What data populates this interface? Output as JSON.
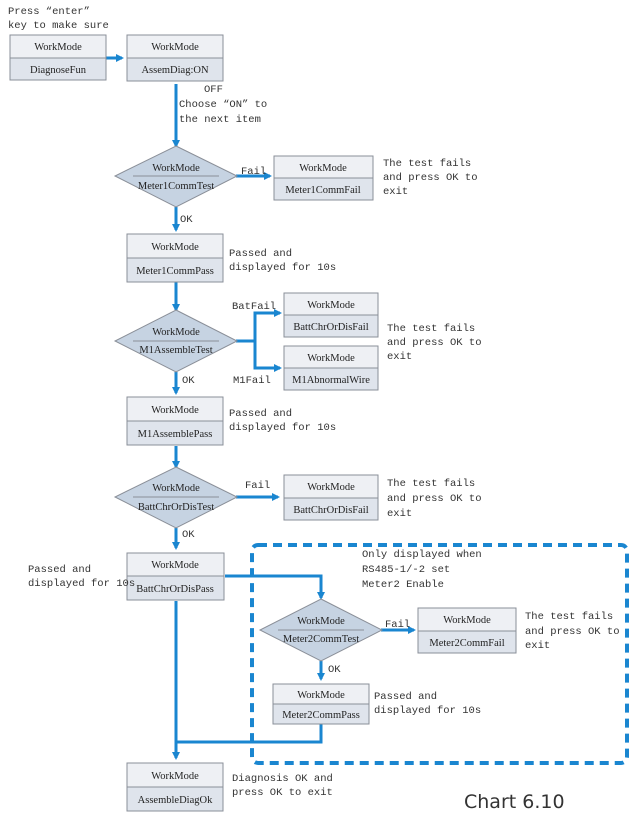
{
  "labels": {
    "press_enter": [
      "Press “enter”",
      "key to make sure"
    ],
    "choose_on": [
      "Choose “ON”  to",
      "the next item"
    ],
    "off": "OFF",
    "fail": "Fail",
    "ok": "OK",
    "batfail": "BatFail",
    "m1fail": "M1Fail",
    "test_fails": [
      "The test fails",
      "and press OK to",
      "exit"
    ],
    "passed": [
      "Passed and",
      "displayed for 10s"
    ],
    "only_displayed": [
      "Only displayed when",
      "RS485-1/-2 set",
      "Meter2 Enable"
    ],
    "diag_ok": [
      "Diagnosis OK and",
      "press OK to exit"
    ],
    "caption": "Chart 6.10"
  },
  "nodes": {
    "wm1": {
      "title": "WorkMode",
      "value": "DiagnoseFun"
    },
    "wm2": {
      "title": "WorkMode",
      "value": "AssemDiag:ON"
    },
    "d_meter1": {
      "title": "WorkMode",
      "value": "Meter1CommTest"
    },
    "b_meter1_fail": {
      "title": "WorkMode",
      "value": "Meter1CommFail"
    },
    "b_meter1_pass": {
      "title": "WorkMode",
      "value": "Meter1CommPass"
    },
    "d_m1assemble": {
      "title": "WorkMode",
      "value": "M1AssembleTest"
    },
    "b_batt_fail_1": {
      "title": "WorkMode",
      "value": "BattChrOrDisFail"
    },
    "b_m1abnormal": {
      "title": "WorkMode",
      "value": "M1AbnormalWire"
    },
    "b_m1pass": {
      "title": "WorkMode",
      "value": "M1AssemblePass"
    },
    "d_batt": {
      "title": "WorkMode",
      "value": "BattChrOrDisTest"
    },
    "b_batt_fail_2": {
      "title": "WorkMode",
      "value": "BattChrOrDisFail"
    },
    "b_batt_pass": {
      "title": "WorkMode",
      "value": "BattChrOrDisPass"
    },
    "d_meter2": {
      "title": "WorkMode",
      "value": "Meter2CommTest"
    },
    "b_meter2_fail": {
      "title": "WorkMode",
      "value": "Meter2CommFail"
    },
    "b_meter2_pass": {
      "title": "WorkMode",
      "value": "Meter2CommPass"
    },
    "b_final": {
      "title": "WorkMode",
      "value": "AssembleDiagOk"
    }
  },
  "colors": {
    "arrow": "#1a86d0",
    "diamond": "#c6d3e2",
    "box": "#dfe4ec"
  }
}
